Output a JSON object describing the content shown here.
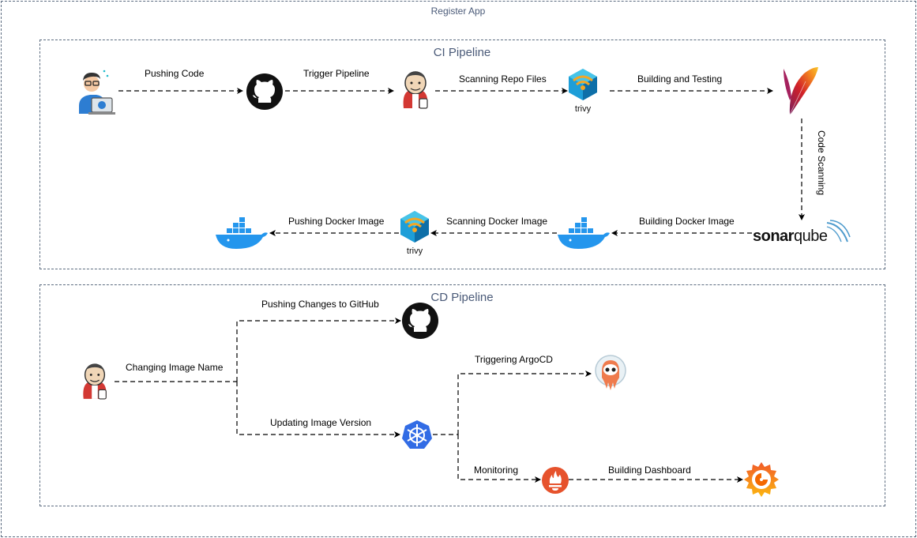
{
  "app": {
    "title": "Register App"
  },
  "ci": {
    "title": "CI Pipeline",
    "labels": {
      "push_code": "Pushing Code",
      "trigger": "Trigger Pipeline",
      "scan_repo": "Scanning Repo Files",
      "build_test": "Building and Testing",
      "code_scan": "Code Scanning",
      "build_image": "Building Docker Image",
      "scan_image": "Scanning Docker Image",
      "push_image": "Pushing Docker Image"
    },
    "logos": {
      "trivy": "trivy",
      "sonar_a": "sonar",
      "sonar_b": "qube"
    }
  },
  "cd": {
    "title": "CD Pipeline",
    "labels": {
      "push_changes": "Pushing Changes to GitHub",
      "change_name": "Changing Image Name",
      "update_version": "Updating Image Version",
      "trigger_argo": "Triggering ArgoCD",
      "monitoring": "Monitoring",
      "dashboard": "Building Dashboard"
    }
  },
  "icons": {
    "developer": "developer-icon",
    "github": "github-icon",
    "jenkins": "jenkins-icon",
    "trivy": "trivy-icon",
    "maven": "maven-feather-icon",
    "sonarqube": "sonarqube-icon",
    "docker": "docker-icon",
    "argocd": "argocd-icon",
    "kubernetes": "kubernetes-icon",
    "prometheus": "prometheus-icon",
    "grafana": "grafana-icon"
  },
  "colors": {
    "border": "#5b6b7f",
    "title": "#4a5a78",
    "docker": "#2496ed",
    "kubernetes": "#326ce5",
    "prometheus": "#e6522c",
    "grafana": "#f46800",
    "trivy": "#1d9ed8",
    "argocd": "#ef7b4d",
    "jenkins": "#d33833"
  }
}
